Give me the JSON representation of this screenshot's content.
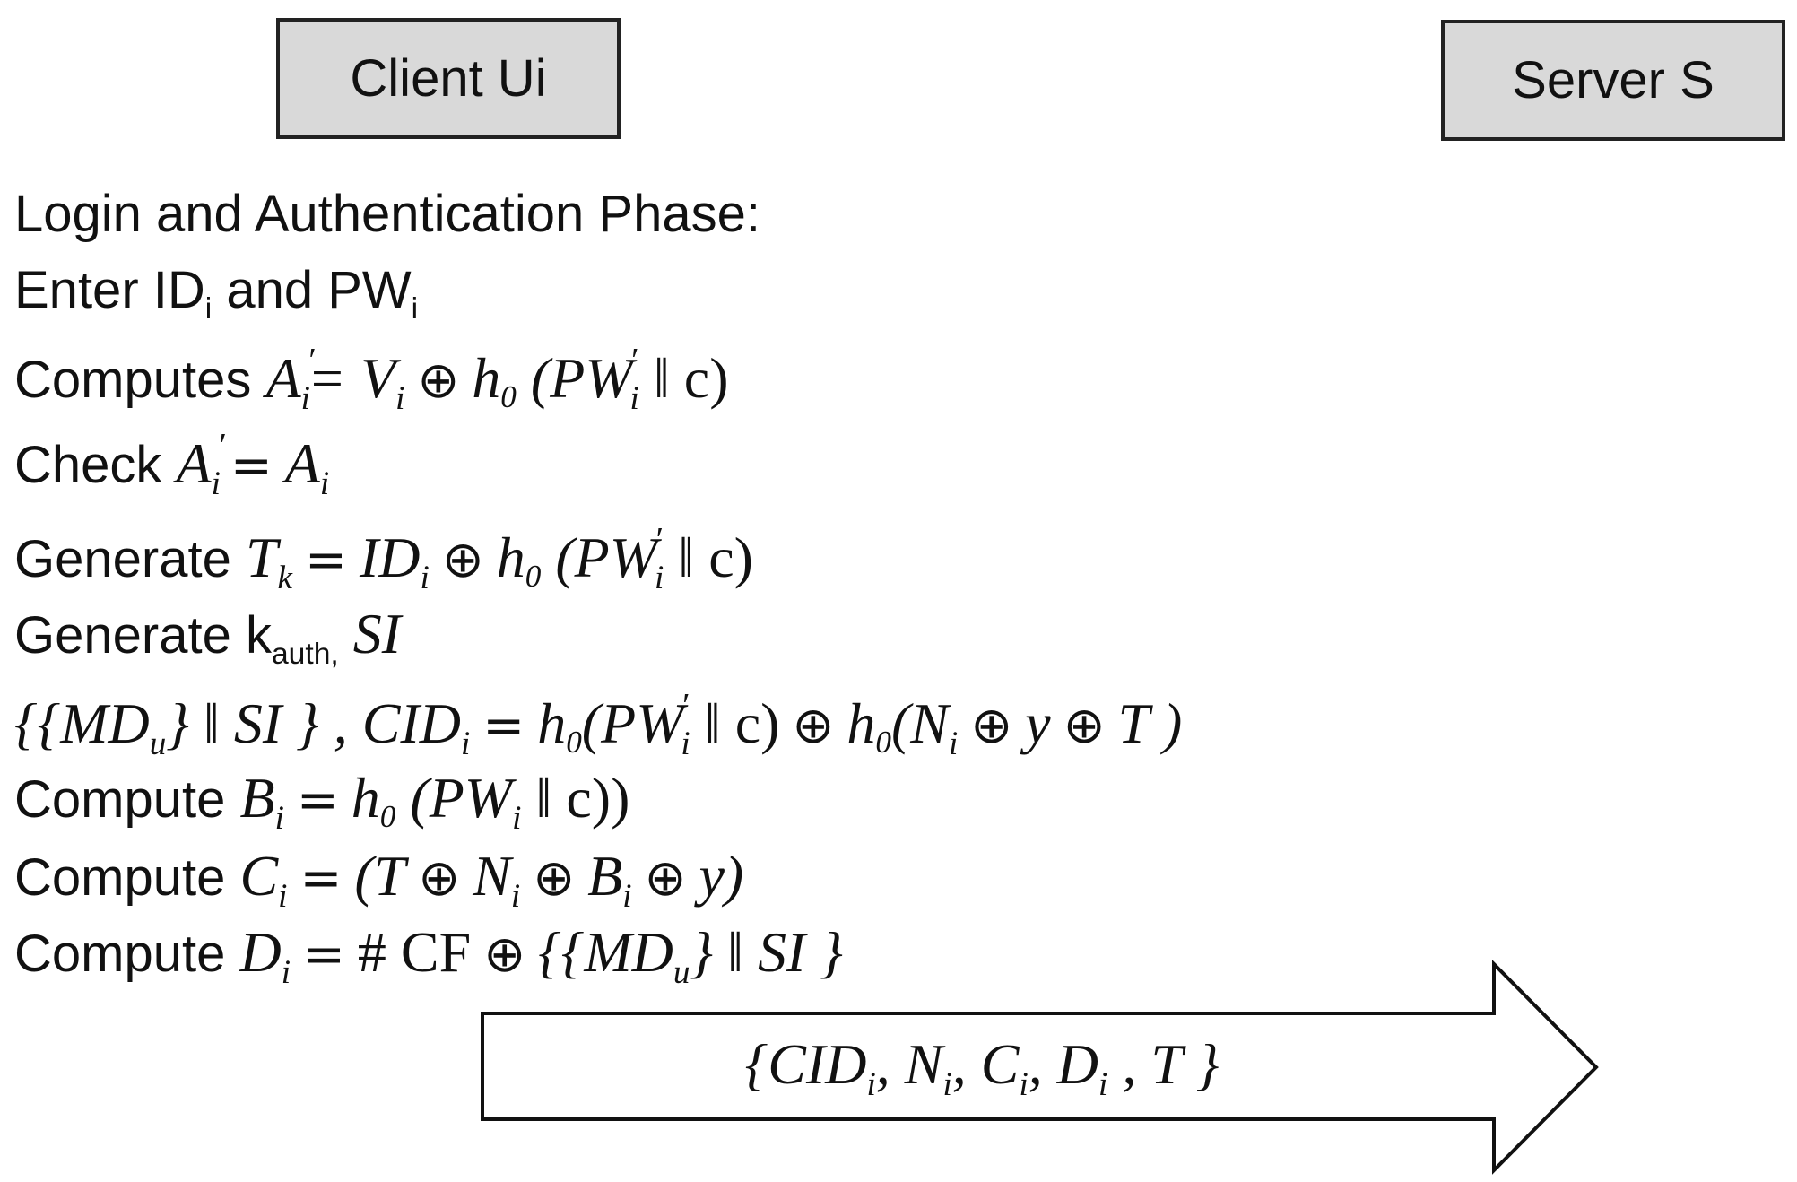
{
  "actors": {
    "client": "Client Ui",
    "server": "Server S"
  },
  "phase_title": "Login and Authentication Phase:",
  "steps": {
    "enter": {
      "w1": "Enter ID",
      "sub1": "i",
      "w2": " and PW",
      "sub2": "i"
    },
    "compute_a": {
      "label": "Computes ",
      "expr1": "A",
      "sub1": "i",
      "prime": "′",
      "eq": "= V",
      "sub2": "i",
      "op": "⊕",
      "h": "h",
      "hsub": "0",
      "expr2": "(PW",
      "sub3": "i",
      "expr3": " ‖  c)"
    },
    "check": {
      "label": "Check ",
      "expr1": "A",
      "sub1": "i",
      "prime": "′",
      "eq": "=",
      "expr2": "A",
      "sub2": "i"
    },
    "gen_t": {
      "label": "Generate ",
      "expr1": "T",
      "sub1": "k",
      "eq": "=",
      "expr2": "ID",
      "sub2": "i",
      "op": "⊕",
      "h": "h",
      "hsub": "0",
      "expr3": "(PW",
      "sub3": "i",
      "expr4": " ‖  c)"
    },
    "gen_k": {
      "label": "Generate k",
      "sub1": "auth,",
      "expr1": " SI"
    },
    "cid": {
      "expr1": "{{MD",
      "sub1": "u",
      "expr2": "}  ‖  SI } , CID",
      "sub2": "i",
      "eq": "=",
      "h1": "h",
      "h1sub": "0",
      "expr3": "(PW",
      "sub3": "i",
      "expr4": " ‖  c)",
      "op1": "⊕",
      "h2": "h",
      "h2sub": "0",
      "expr5": "(N",
      "sub4": "i",
      "op2": "⊕",
      "expr6": "y",
      "op3": "⊕",
      "expr7": "T )"
    },
    "compute_b": {
      "label": "Compute ",
      "expr1": "B",
      "sub1": "i",
      "eq": "=",
      "h": "h",
      "hsub": "0",
      "expr2": "(PW",
      "sub2": "i",
      "expr3": "  ‖  c))"
    },
    "compute_c": {
      "label": "Compute ",
      "expr1": "C",
      "sub1": "i",
      "eq": "=",
      "expr2": "(T",
      "op1": "⊕",
      "expr3": "N",
      "sub2": "i",
      "op2": "⊕",
      "expr4": "B",
      "sub3": "i",
      "op3": "⊕",
      "expr5": "y)"
    },
    "compute_d": {
      "label": "Compute ",
      "expr1": "D",
      "sub1": "i",
      "eq": "=",
      "expr2": "# CF",
      "op": "⊕",
      "expr3": "{{MD",
      "sub2": "u",
      "expr4": "}  ‖  SI }"
    }
  },
  "message": {
    "p1": "{CID",
    "s1": "i",
    "p2": ", N",
    "s2": "i",
    "p3": ", C",
    "s3": "i",
    "p4": ", D",
    "s4": "i",
    "p5": " , T }"
  }
}
